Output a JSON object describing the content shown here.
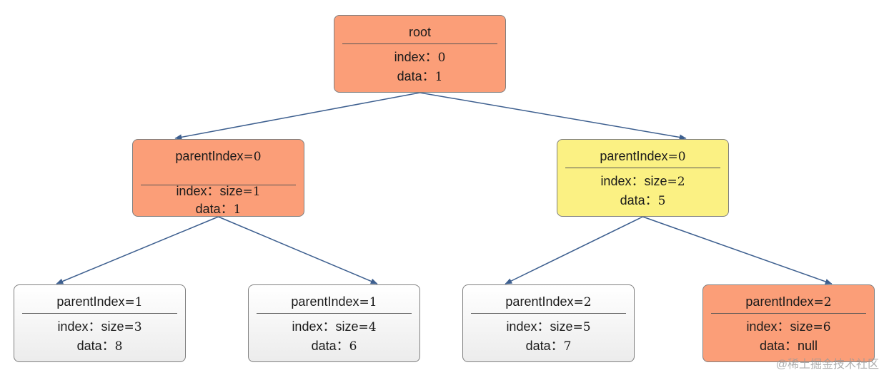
{
  "nodes": {
    "root": {
      "title": "root",
      "line1_key": "index：",
      "line1_val": "0",
      "line2_key": "data：",
      "line2_val": "1",
      "color": "#fb9e78"
    },
    "l1": {
      "title_key": "parentIndex",
      "title_val": "=0",
      "line1_key": "index：size",
      "line1_val": "=1",
      "line2_key": "data：",
      "line2_val": "1",
      "color": "#fb9e78"
    },
    "r1": {
      "title_key": "parentIndex",
      "title_val": "=0",
      "line1_key": "index：size",
      "line1_val": "=2",
      "line2_key": "data：",
      "line2_val": "5",
      "color": "#fbf183"
    },
    "ll": {
      "title_key": "parentIndex",
      "title_val": "=1",
      "line1_key": "index：size",
      "line1_val": "=3",
      "line2_key": "data：",
      "line2_val": "8",
      "color": "#f2f2f2"
    },
    "lr": {
      "title_key": "parentIndex",
      "title_val": "=1",
      "line1_key": "index：size",
      "line1_val": "=4",
      "line2_key": "data：",
      "line2_val": "6",
      "color": "#f2f2f2"
    },
    "rl": {
      "title_key": "parentIndex",
      "title_val": "=2",
      "line1_key": "index：size",
      "line1_val": "=5",
      "line2_key": "data：",
      "line2_val": "7",
      "color": "#f2f2f2"
    },
    "rr": {
      "title_key": "parentIndex",
      "title_val": "=2",
      "line1_key": "index：size",
      "line1_val": "=6",
      "line2_key": "data：",
      "line2_val": "null",
      "color": "#fb9e78"
    }
  },
  "edges": [
    [
      "root",
      "l1"
    ],
    [
      "root",
      "r1"
    ],
    [
      "l1",
      "ll"
    ],
    [
      "l1",
      "lr"
    ],
    [
      "r1",
      "rl"
    ],
    [
      "r1",
      "rr"
    ]
  ],
  "edge_color": "#3d5f8f",
  "watermark": "@稀土掘金技术社区"
}
